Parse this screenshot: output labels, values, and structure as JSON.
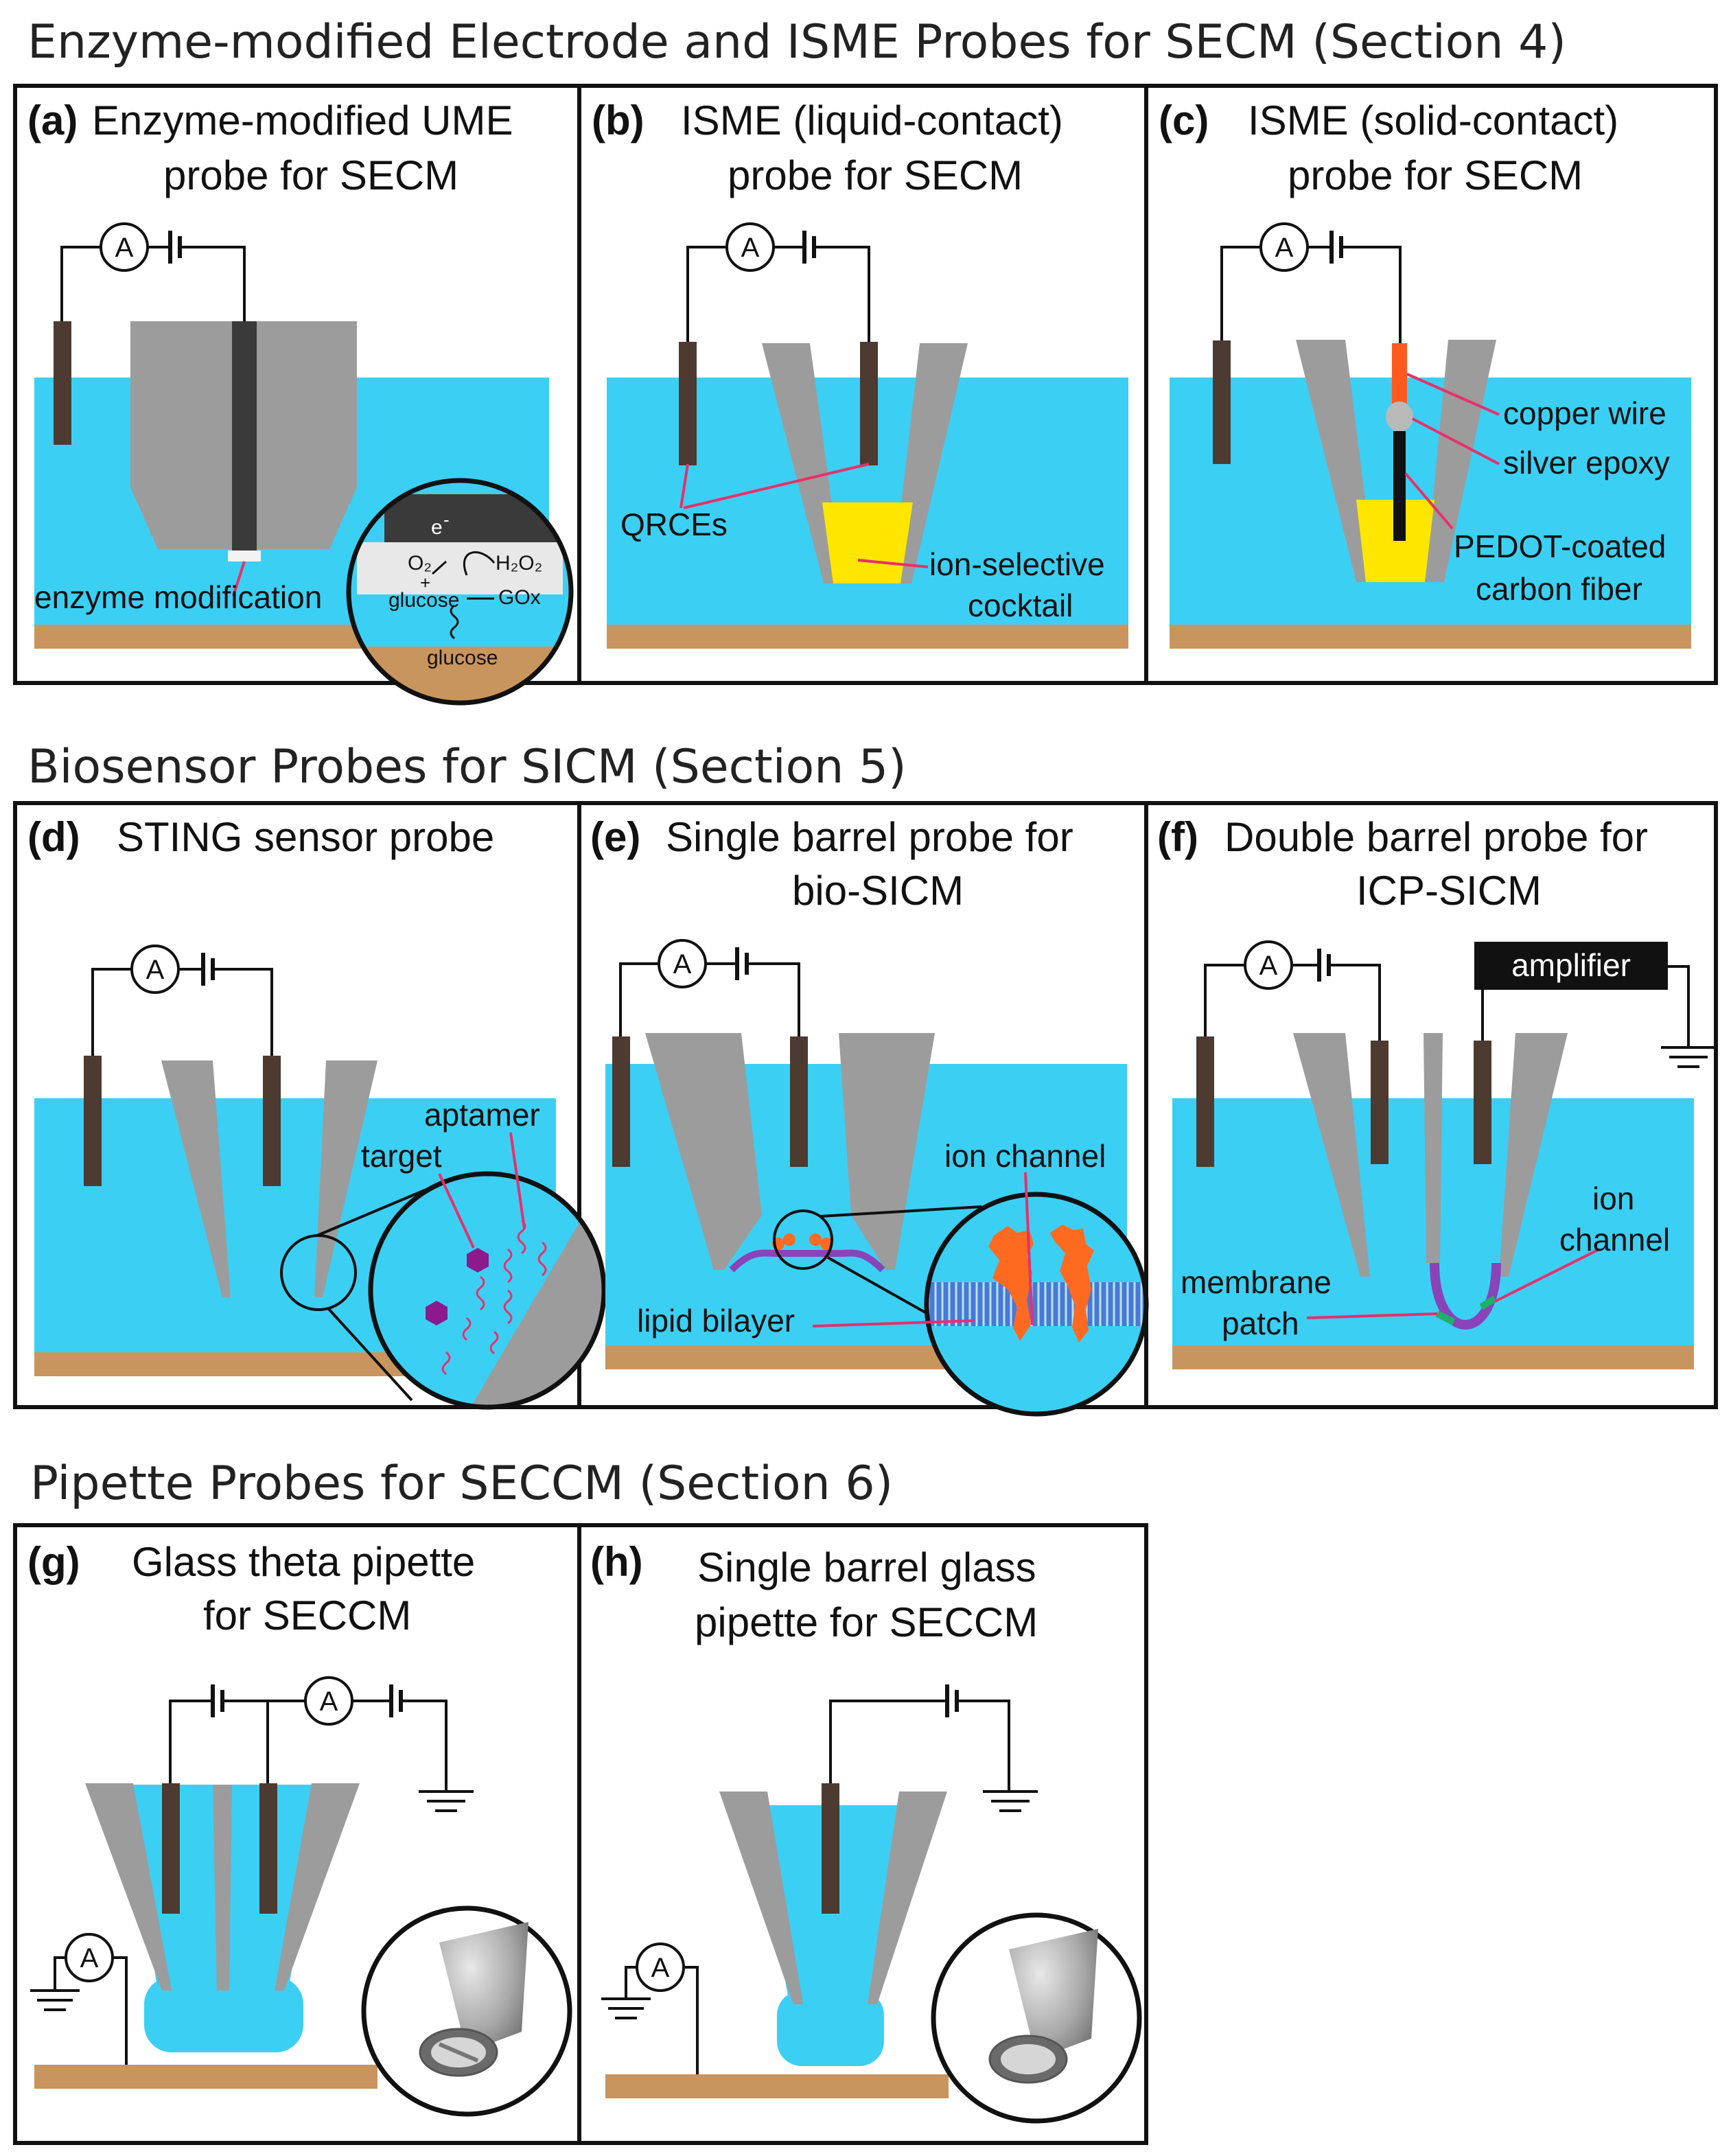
{
  "sections": [
    {
      "title": "Enzyme-modified Electrode and ISME Probes for SECM (Section 4)"
    },
    {
      "title": "Biosensor Probes for SICM (Section 5)"
    },
    {
      "title": "Pipette Probes for SECCM (Section 6)"
    }
  ],
  "ammeter_symbol": "A",
  "panels": {
    "a": {
      "letter": "(a)",
      "title": [
        "Enzyme-modified UME",
        "probe for SECM"
      ],
      "labels": {
        "modification": "enzyme modification",
        "electron": "e",
        "electron_sup": "-",
        "o2": "O₂",
        "h2o2": "H₂O₂",
        "plus": "+",
        "glucose1": "glucose",
        "gox": "GOx",
        "glucose2": "glucose"
      }
    },
    "b": {
      "letter": "(b)",
      "title": [
        "ISME (liquid-contact)",
        "probe for SECM"
      ],
      "labels": {
        "qrces": "QRCEs",
        "cocktail1": "ion-selective",
        "cocktail2": "cocktail"
      }
    },
    "c": {
      "letter": "(c)",
      "title": [
        "ISME (solid-contact)",
        "probe for SECM"
      ],
      "labels": {
        "copper": "copper wire",
        "epoxy": "silver epoxy",
        "pedot1": "PEDOT-coated",
        "pedot2": "carbon fiber"
      }
    },
    "d": {
      "letter": "(d)",
      "title": [
        "STING sensor probe"
      ],
      "labels": {
        "aptamer": "aptamer",
        "target": "target"
      }
    },
    "e": {
      "letter": "(e)",
      "title": [
        "Single barrel probe for",
        "bio-SICM"
      ],
      "labels": {
        "channel": "ion channel",
        "bilayer": "lipid bilayer"
      }
    },
    "f": {
      "letter": "(f)",
      "title": [
        "Double barrel probe for",
        "ICP-SICM"
      ],
      "labels": {
        "amplifier": "amplifier",
        "ion": "ion",
        "channel": "channel",
        "membrane": "membrane",
        "patch": "patch"
      }
    },
    "g": {
      "letter": "(g)",
      "title": [
        "Glass theta pipette",
        "for SECCM"
      ]
    },
    "h": {
      "letter": "(h)",
      "title": [
        "Single barrel glass",
        "pipette for SECCM"
      ]
    }
  },
  "colors": {
    "solution": "#3ccff4",
    "substrate": "#c9955e",
    "glass": "#9c9c9c",
    "electrode": "#4d3a30",
    "cocktail": "#ffe600",
    "copper": "#ff5a1f",
    "leader_line": "#e8306b",
    "protein": "#ff6a21",
    "target_molecule": "#8c1a8c",
    "membrane": "#8a43b8",
    "channel_marker": "#1fb06a"
  }
}
